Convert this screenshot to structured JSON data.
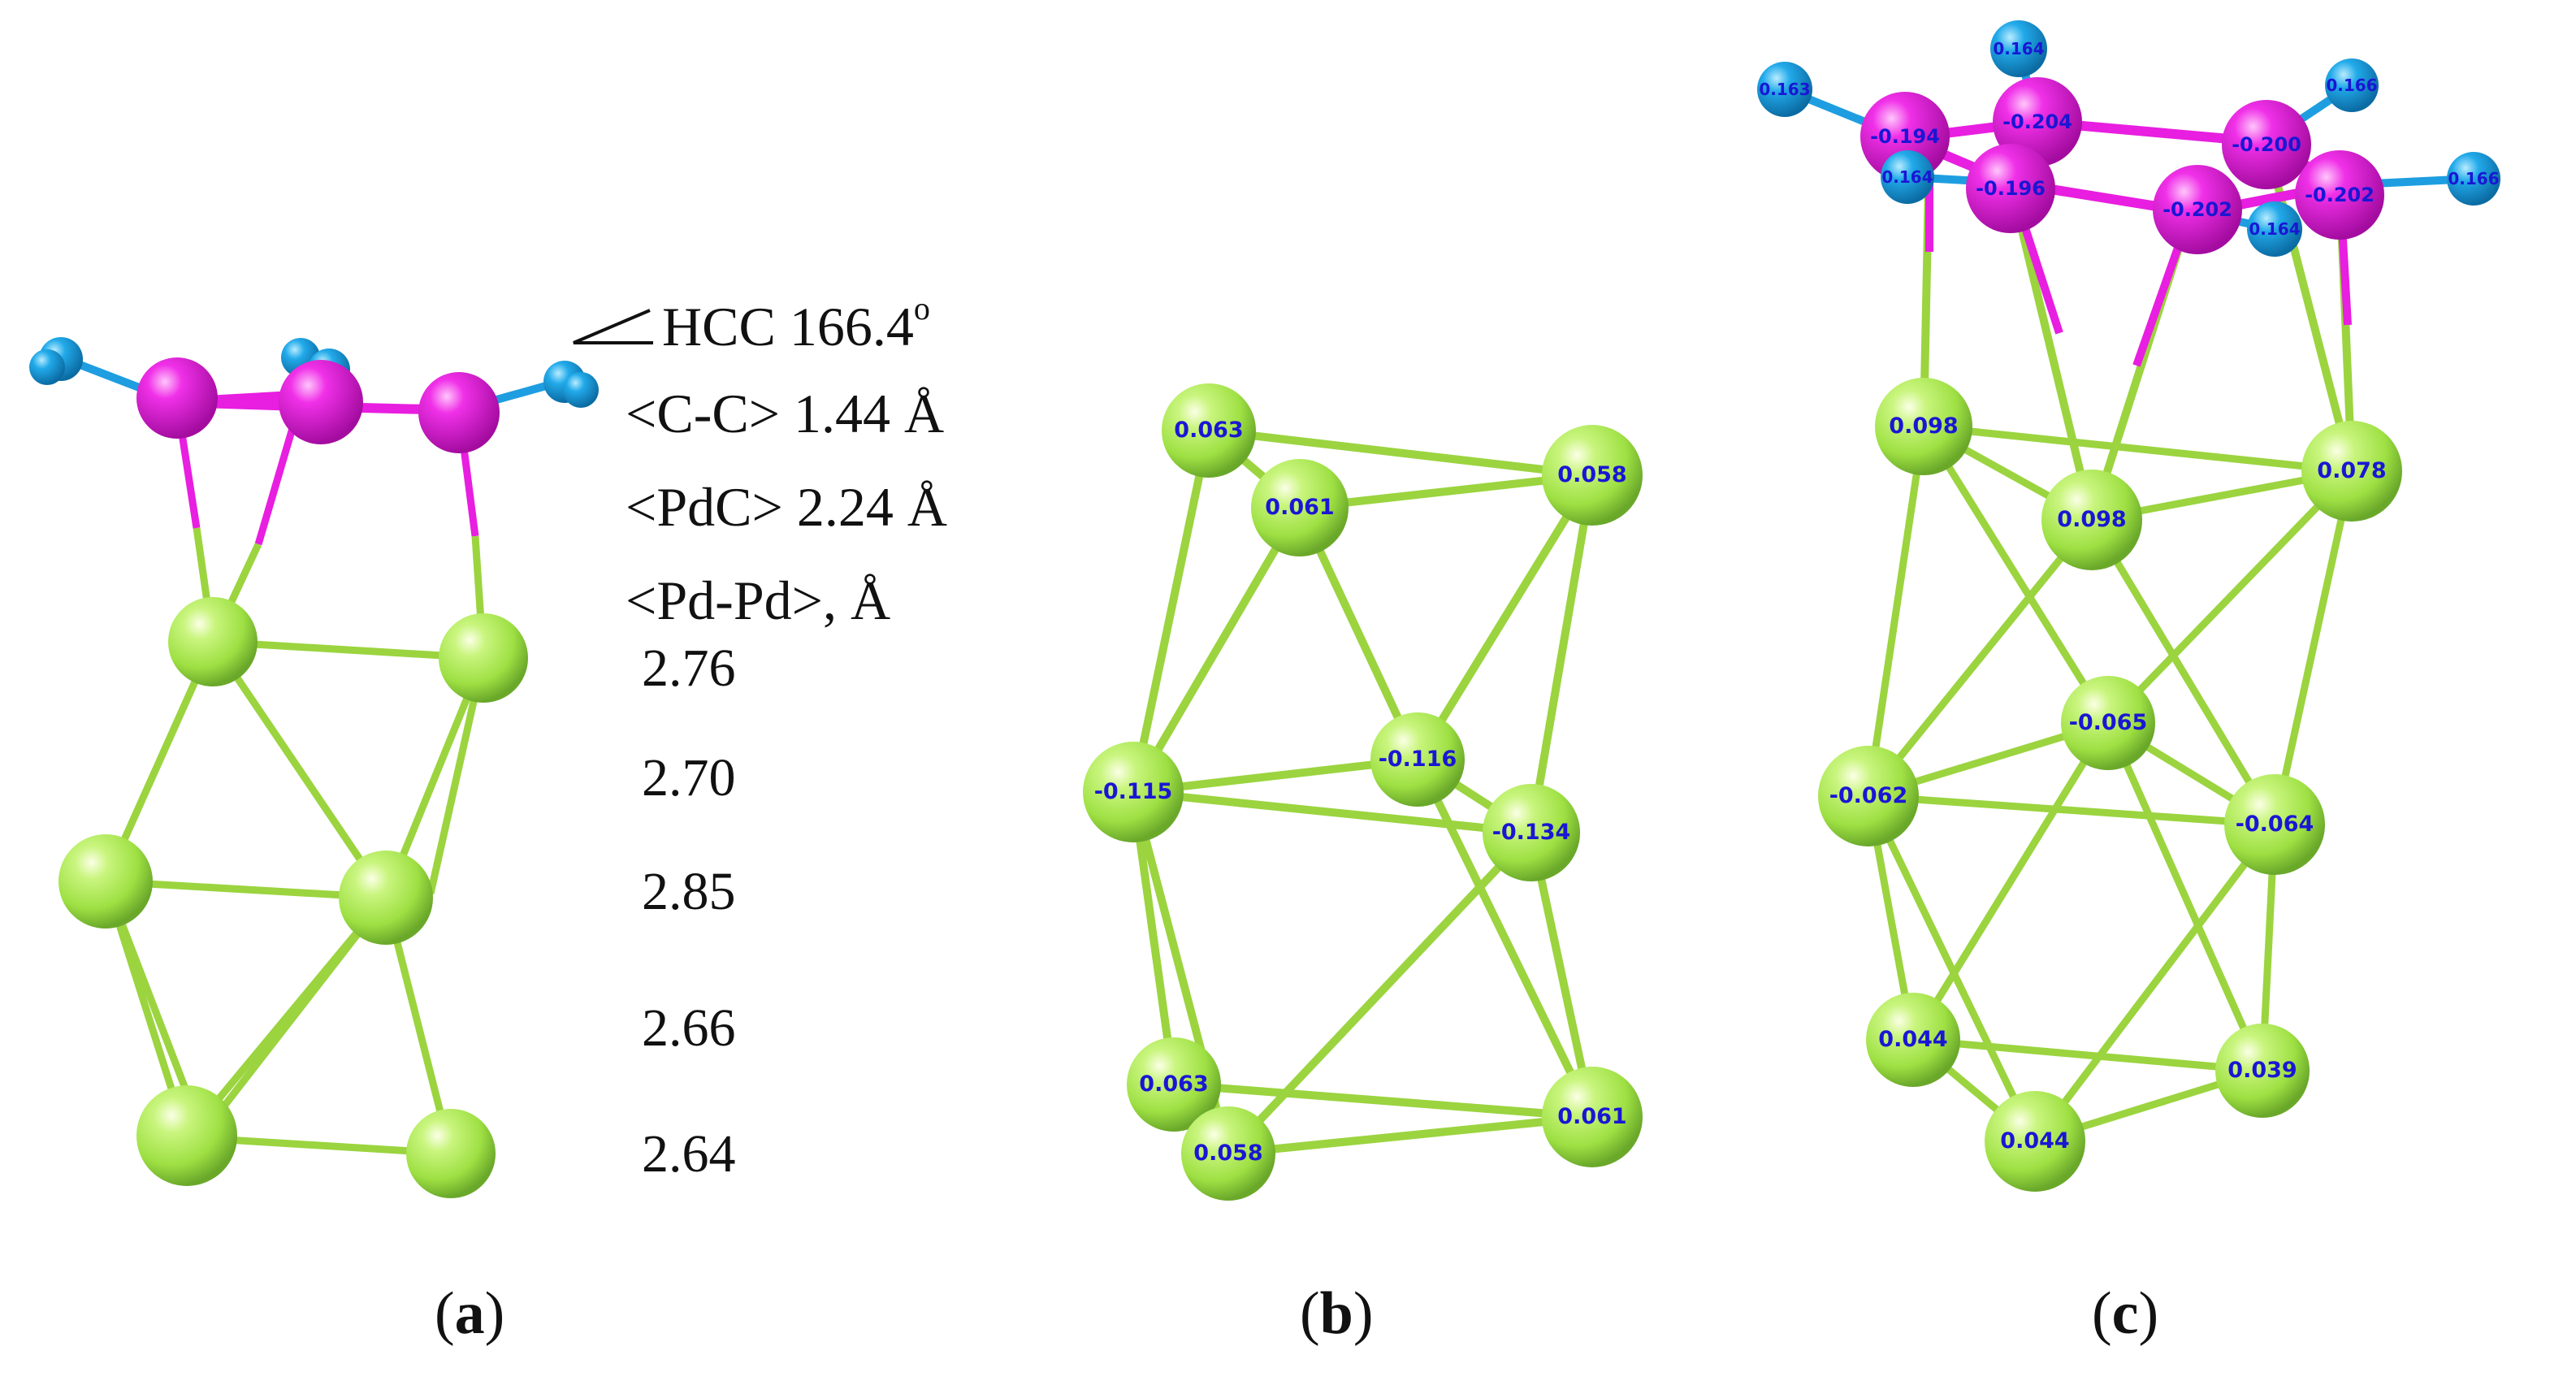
{
  "colors": {
    "pd": "#a3ec4a",
    "carbon": "#e81ee0",
    "hydrogen": "#1e9ee0",
    "bond": "#9bd43f",
    "charge_text": "#1a16d4"
  },
  "legend": {
    "angle_label": "HCC 166.4",
    "angle_degree": "o",
    "cc": "<C-C> 1.44 Å",
    "pdc": "<PdC> 2.24 Å",
    "pdpd": "<Pd-Pd>, Å"
  },
  "distances": [
    "2.76",
    "2.70",
    "2.85",
    "2.66",
    "2.64"
  ],
  "labels": {
    "a": "a",
    "b": "b",
    "c": "c",
    "open": "(",
    "close": ")"
  },
  "panel_b_charges": [
    "0.063",
    "0.061",
    "0.058",
    "-0.115",
    "-0.116",
    "-0.134",
    "0.063",
    "0.058",
    "0.061"
  ],
  "panel_c_charges": {
    "hydrogen": [
      "0.163",
      "0.164",
      "0.166",
      "0.164",
      "0.164",
      "0.166"
    ],
    "carbon": [
      "-0.194",
      "-0.204",
      "-0.200",
      "-0.196",
      "-0.202",
      "-0.202"
    ],
    "palladium": [
      "0.098",
      "0.098",
      "0.078",
      "-0.065",
      "-0.062",
      "-0.064",
      "0.044",
      "0.044",
      "0.039"
    ]
  }
}
